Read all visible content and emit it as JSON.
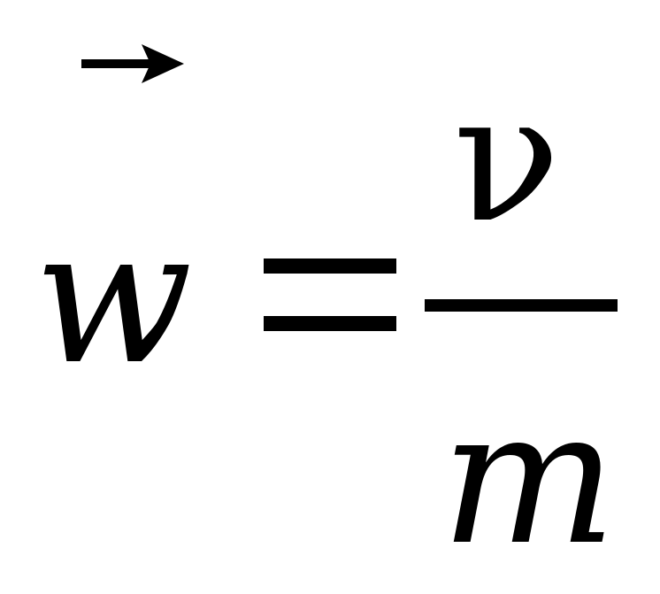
{
  "formula": {
    "lhs_symbol": "w",
    "equals": "=",
    "numerator": "ν",
    "denominator": "m",
    "has_vector_arrow": true,
    "color": "#000000"
  }
}
